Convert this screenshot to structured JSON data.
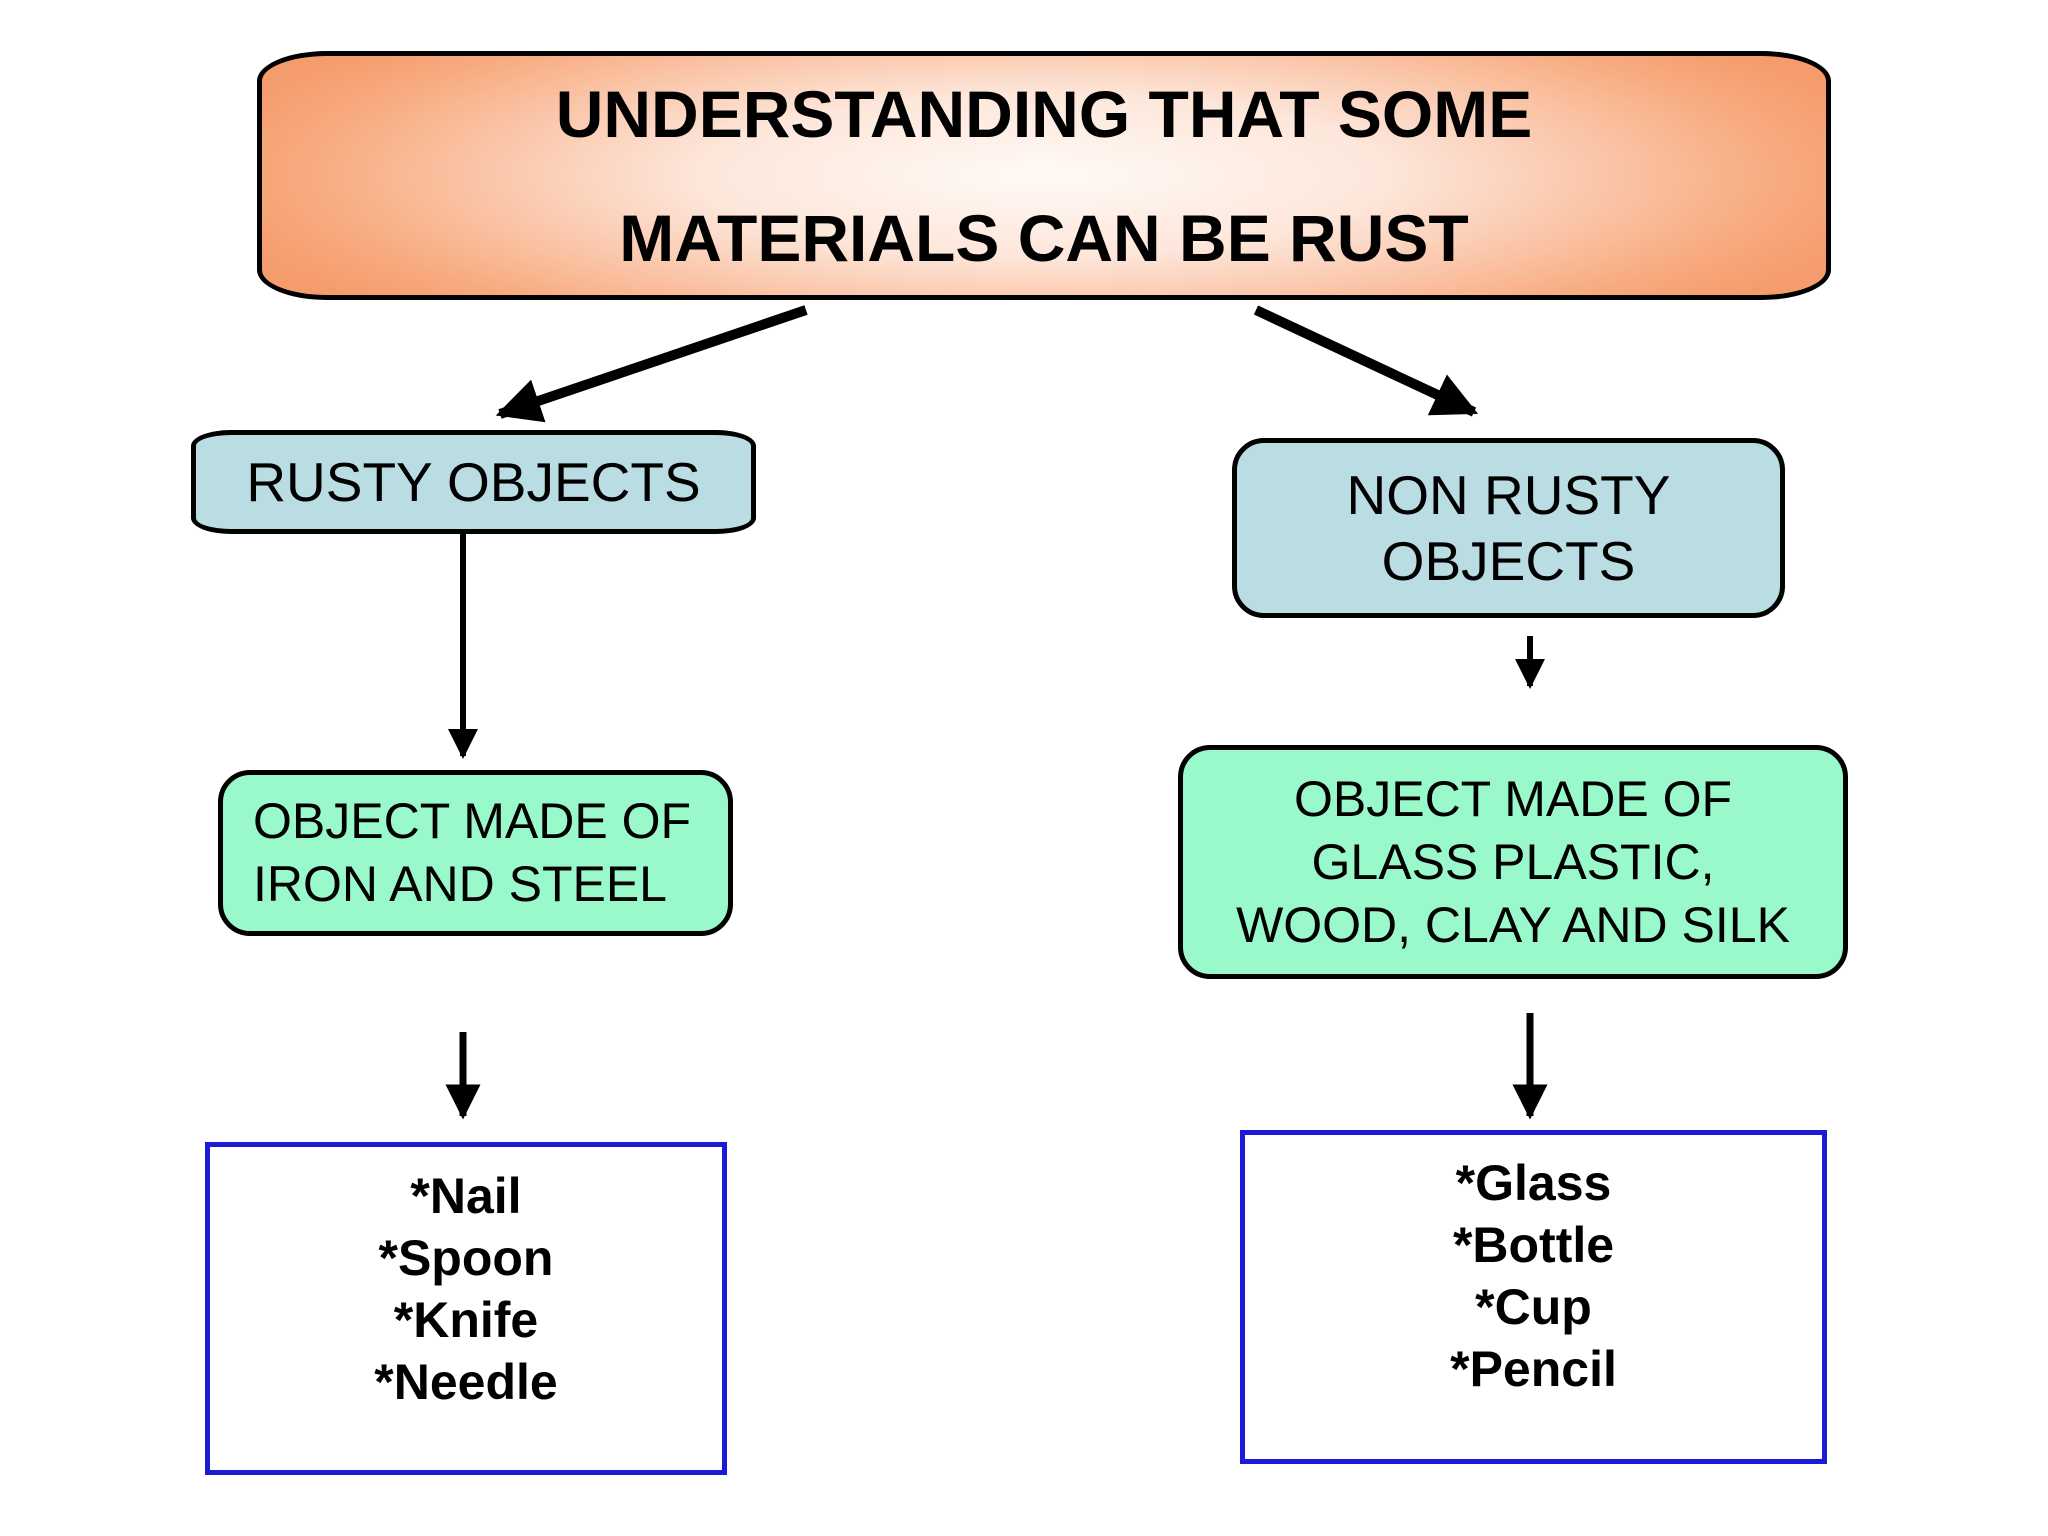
{
  "title": {
    "line1": "UNDERSTANDING THAT SOME",
    "line2": "MATERIALS CAN BE RUST"
  },
  "rusty": {
    "category": "RUSTY OBJECTS",
    "material_lines": [
      "OBJECT MADE OF",
      "IRON AND STEEL"
    ],
    "examples": [
      "*Nail",
      "*Spoon",
      "*Knife",
      "*Needle"
    ]
  },
  "non_rusty": {
    "category_lines": [
      "NON RUSTY",
      "OBJECTS"
    ],
    "material_lines": [
      "OBJECT MADE OF",
      "GLASS PLASTIC,",
      "WOOD, CLAY AND SILK"
    ],
    "examples": [
      "*Glass",
      "*Bottle",
      "*Cup",
      "*Pencil"
    ]
  },
  "colors": {
    "title_fill_edge": "#f59c6c",
    "title_fill_center": "#fffaf6",
    "category_fill": "#b9dde2",
    "material_fill": "#99f9ca",
    "example_border": "#1a1ad8",
    "arrow": "#000000"
  }
}
